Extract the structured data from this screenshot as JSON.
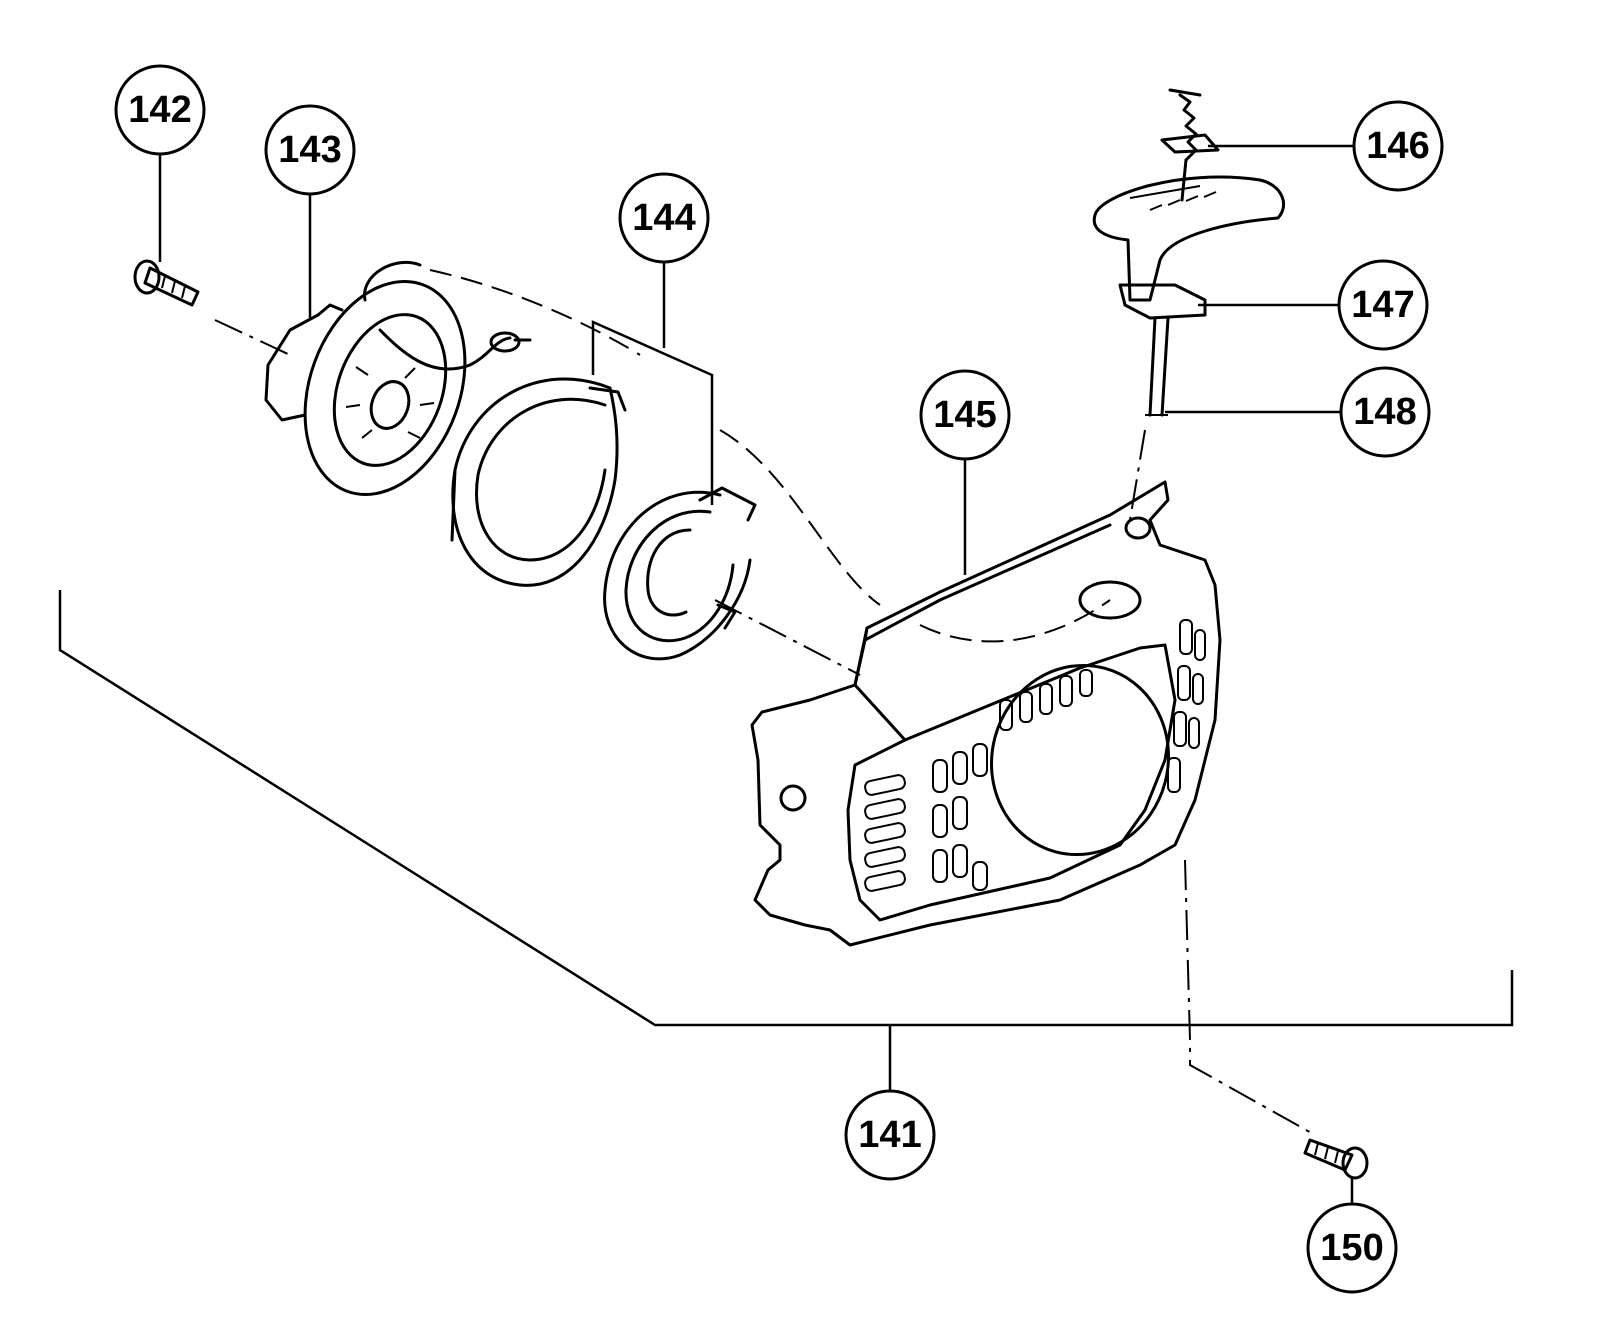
{
  "callouts": {
    "c141": "141",
    "c142": "142",
    "c143": "143",
    "c144": "144",
    "c145": "145",
    "c146": "146",
    "c147": "147",
    "c148": "148",
    "c150": "150"
  }
}
